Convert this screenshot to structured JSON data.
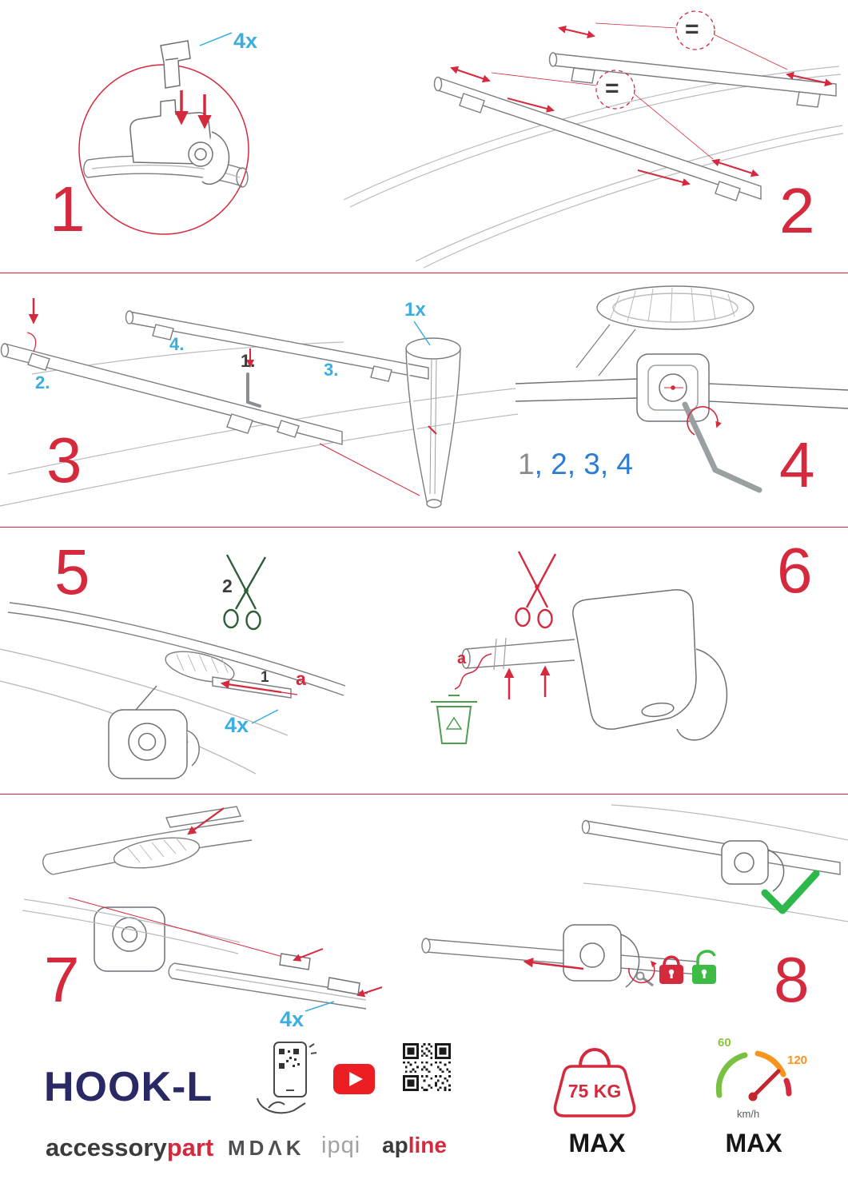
{
  "colors": {
    "accent_red": "#d5293d",
    "callout_blue": "#3aaede",
    "sequence_blue": "#2b7cd3",
    "brand_navy": "#2b2866",
    "success_green": "#2eb84b",
    "eco_green": "#4f9e4f",
    "speed_green": "#8bc53f",
    "speed_orange": "#f7941d",
    "youtube_red": "#ed1d24"
  },
  "steps": {
    "s1": {
      "number": "1",
      "qty": "4x"
    },
    "s2": {
      "number": "2",
      "equal_top": "=",
      "equal_mid": "="
    },
    "s3": {
      "number": "3",
      "qty": "1x",
      "order1": "1.",
      "order2": "2.",
      "order3": "3.",
      "order4": "4."
    },
    "s4": {
      "number": "4",
      "seq_first": "1",
      "seq_rest": ", 2, 3, 4"
    },
    "s5": {
      "number": "5",
      "scissors_step": "2",
      "pull_step": "1",
      "strap": "a",
      "qty": "4x"
    },
    "s6": {
      "number": "6",
      "strap": "a"
    },
    "s7": {
      "number": "7",
      "qty": "4x"
    },
    "s8": {
      "number": "8"
    }
  },
  "footer": {
    "product": "HOOK-L",
    "brand_left": "accessory",
    "brand_right": "part",
    "logo_mdak": "MDΛK",
    "logo_ipqi": "ipqi",
    "logo_ap": "ap",
    "logo_line": "line",
    "weight_value": "75 KG",
    "weight_max": "MAX",
    "speed_low": "60",
    "speed_high": "120",
    "speed_unit": "km/h",
    "speed_max": "MAX"
  }
}
